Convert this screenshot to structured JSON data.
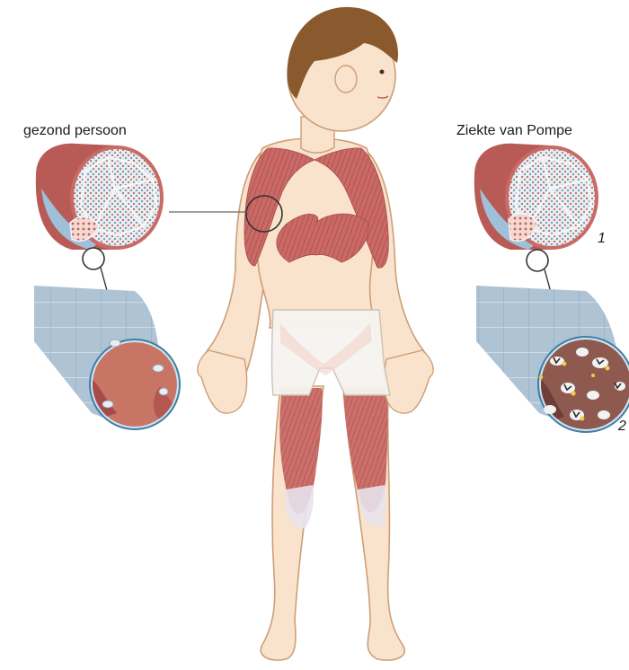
{
  "labels": {
    "healthy": "gezond persoon",
    "disease": "Ziekte van Pompe",
    "marker_1": "1",
    "marker_2": "2"
  },
  "colors": {
    "skin": "#fae3cc",
    "skin_outline": "#cd9e78",
    "hair": "#8a5a2e",
    "muscle": "#c96a66",
    "muscle_dark": "#a84a4a",
    "fascicle": "#b8d3e3",
    "fiber_blue": "#9db7cc",
    "cell_red": "#c97566",
    "glycogen": "#f3c94a",
    "shorts": "#f6f4f0",
    "line": "#555555"
  }
}
